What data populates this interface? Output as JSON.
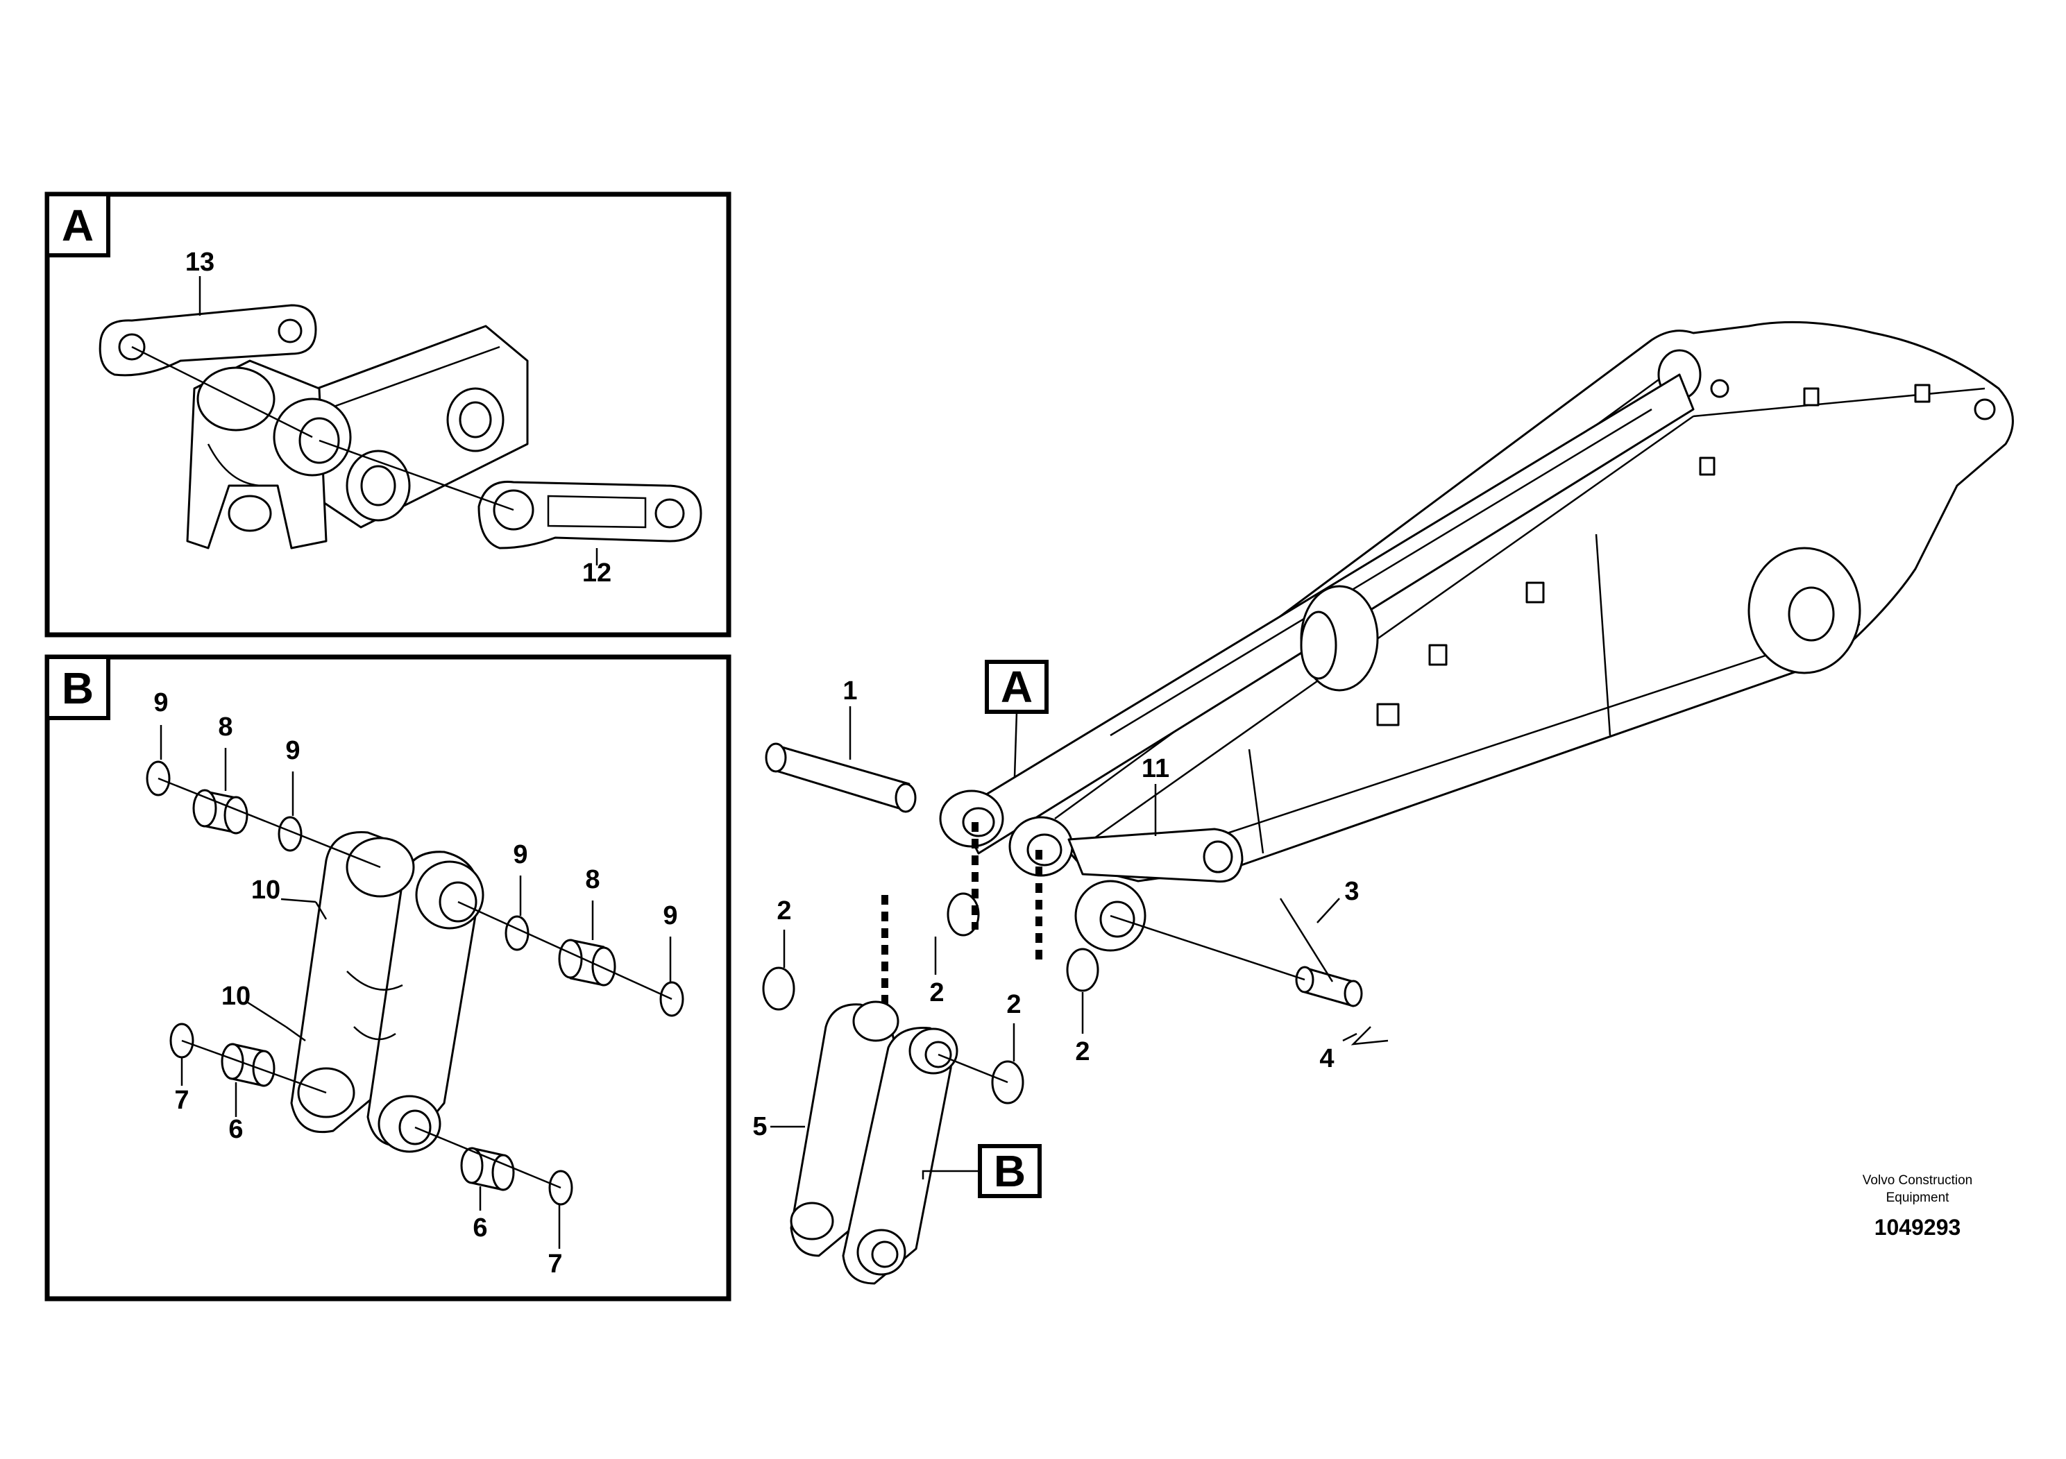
{
  "panels": {
    "a": {
      "tag": "A"
    },
    "b": {
      "tag": "B"
    }
  },
  "main_tags": {
    "a": "A",
    "b": "B"
  },
  "callouts": {
    "panel_a": [
      "13",
      "12"
    ],
    "panel_b": [
      "9",
      "8",
      "9",
      "9",
      "8",
      "9",
      "10",
      "10",
      "7",
      "6",
      "6",
      "7"
    ],
    "main": [
      "1",
      "2",
      "2",
      "2",
      "2",
      "11",
      "3",
      "4",
      "5"
    ]
  },
  "brand": {
    "line1": "Volvo Construction",
    "line2": "Equipment"
  },
  "document_number": "1049293"
}
